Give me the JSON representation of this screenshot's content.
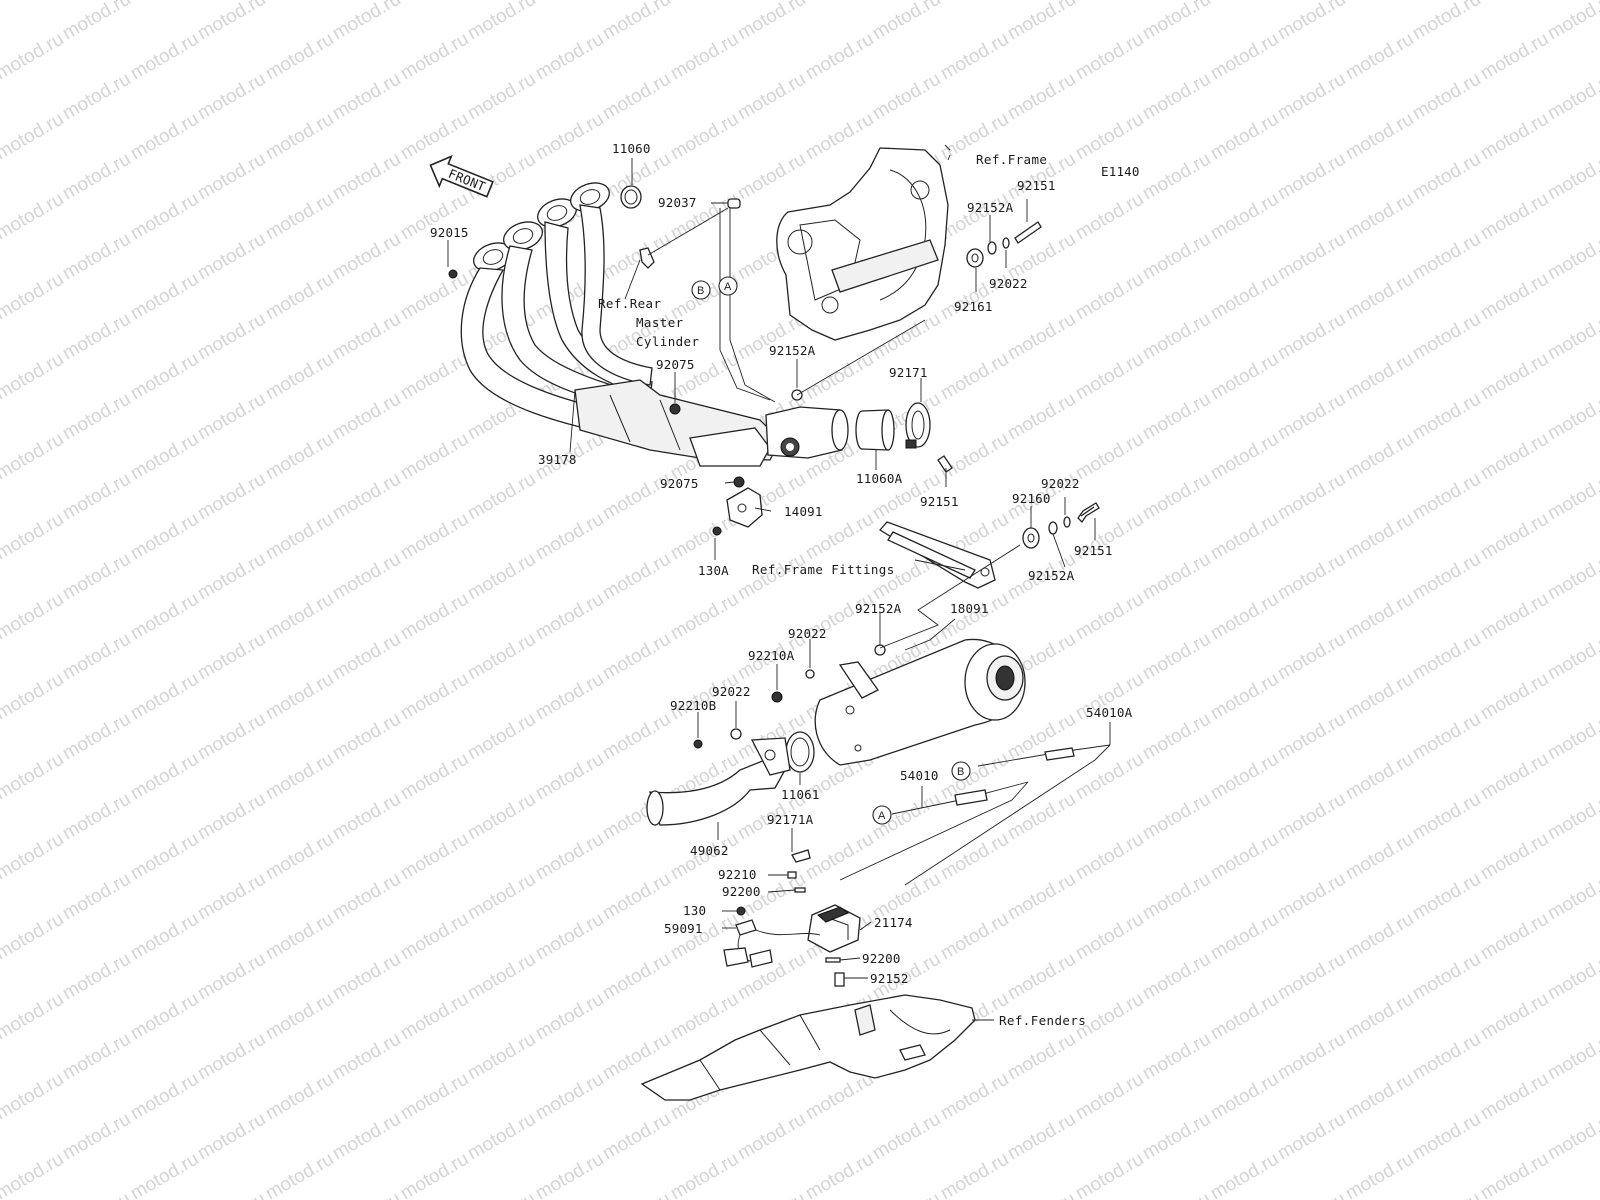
{
  "diagram_code": "E1140",
  "watermark_text": "motod.ru",
  "front_arrow_label": "FRONT",
  "reference_labels": {
    "frame": "Ref.Frame",
    "rear_master_cylinder": [
      "Ref.Rear",
      "Master",
      "Cylinder"
    ],
    "frame_fittings": "Ref.Frame Fittings",
    "fenders": "Ref.Fenders"
  },
  "connector_markers": [
    "A",
    "B"
  ],
  "part_numbers": {
    "p11060": "11060",
    "p92037": "92037",
    "p92015": "92015",
    "p92075_top": "92075",
    "p39178": "39178",
    "p92075_bottom": "92075",
    "p14091": "14091",
    "p130A": "130A",
    "p92152A_mid": "92152A",
    "p92171": "92171",
    "p11060A": "11060A",
    "p92151_mid": "92151",
    "p92151_top": "92151",
    "p92152A_top": "92152A",
    "p92022_top": "92022",
    "p92161": "92161",
    "p92022_right": "92022",
    "p92160": "92160",
    "p92151_right": "92151",
    "p92152A_right": "92152A",
    "p92152A_muffler": "92152A",
    "p18091": "18091",
    "p92022_muffler": "92022",
    "p92210A": "92210A",
    "p92022_left": "92022",
    "p92210B": "92210B",
    "p11061": "11061",
    "p54010A": "54010A",
    "p54010": "54010",
    "p49062": "49062",
    "p92171A": "92171A",
    "p92210": "92210",
    "p92200_top": "92200",
    "p130": "130",
    "p59091": "59091",
    "p21174": "21174",
    "p92200_bottom": "92200",
    "p92152": "92152"
  }
}
